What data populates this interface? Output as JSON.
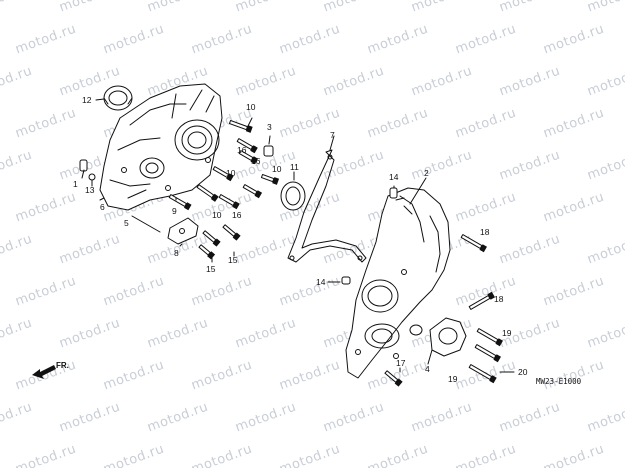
{
  "diagram": {
    "watermark_text": "motod.ru",
    "diagram_code": "MW23-E1000",
    "direction_label": "FR.",
    "callouts": {
      "c1": "1",
      "c2": "2",
      "c3": "3",
      "c4": "4",
      "c5": "5",
      "c6": "6",
      "c7": "7",
      "c8": "8",
      "c9": "9",
      "c10a": "10",
      "c10b": "10",
      "c10c": "10",
      "c10d": "10",
      "c11": "11",
      "c12": "12",
      "c13": "13",
      "c14a": "14",
      "c14b": "14",
      "c15a": "15",
      "c15b": "15",
      "c16a": "16",
      "c16b": "16",
      "c16c": "16",
      "c17": "17",
      "c18a": "18",
      "c18b": "18",
      "c19a": "19",
      "c19b": "19",
      "c20": "20"
    }
  }
}
